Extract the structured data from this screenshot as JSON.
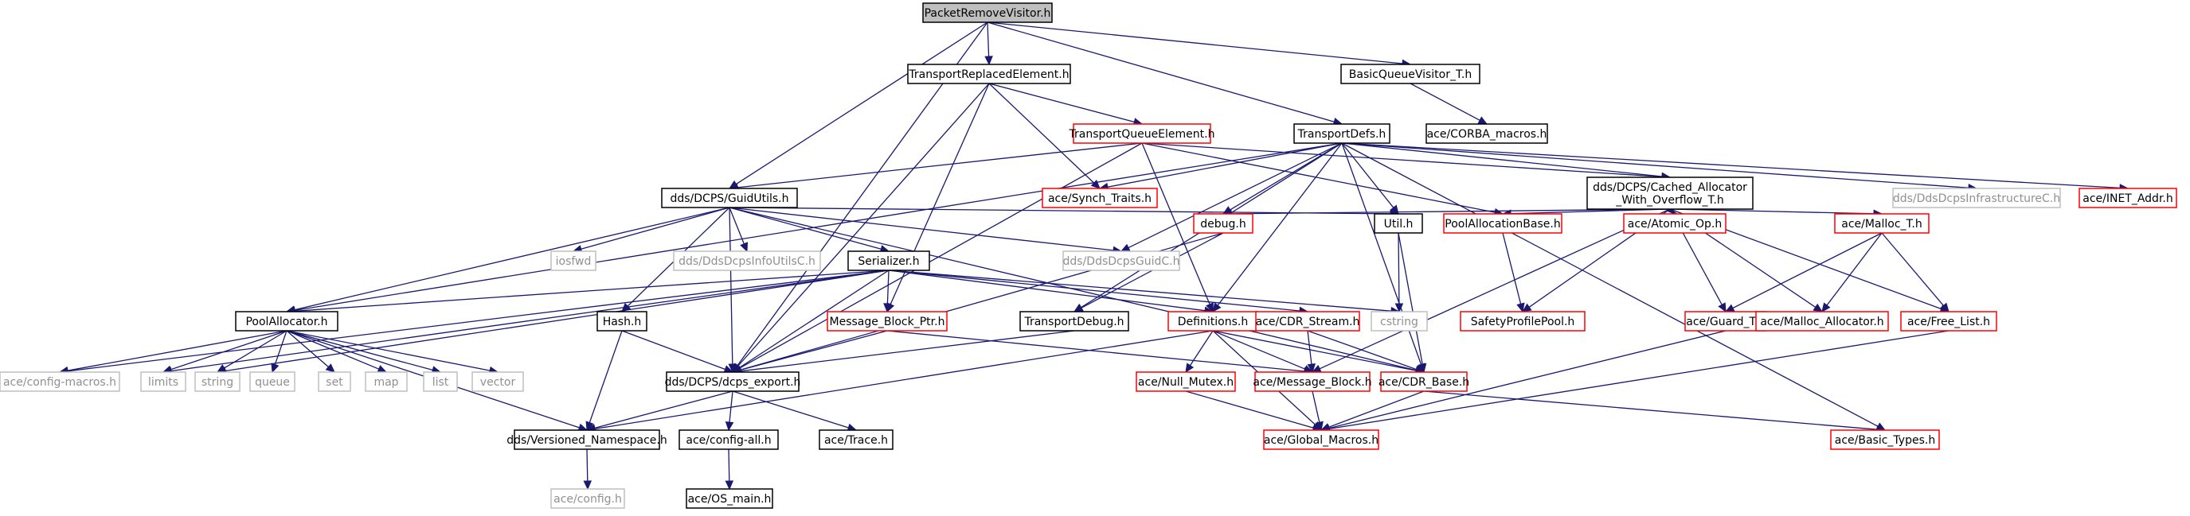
{
  "diagram": {
    "colors": {
      "edge": "#191970",
      "focus_fill": "#bfbfbf",
      "black_border": "#000000",
      "red_border": "#ff0000",
      "grey_border": "#bfbfbf",
      "text": "#000000",
      "grey_text": "#909090"
    },
    "nodes": [
      {
        "id": "n0",
        "label": "PacketRemoveVisitor.h",
        "style": "focus"
      },
      {
        "id": "n1",
        "label": "TransportReplacedElement.h",
        "style": "black"
      },
      {
        "id": "n2",
        "label": "BasicQueueVisitor_T.h",
        "style": "black"
      },
      {
        "id": "n3",
        "label": "TransportQueueElement.h",
        "style": "red"
      },
      {
        "id": "n4",
        "label": "TransportDefs.h",
        "style": "black"
      },
      {
        "id": "n5",
        "label": "ace/CORBA_macros.h",
        "style": "black"
      },
      {
        "id": "n6",
        "label": "dds/DCPS/GuidUtils.h",
        "style": "black"
      },
      {
        "id": "n7",
        "label": "ace/Synch_Traits.h",
        "style": "red"
      },
      {
        "id": "n8",
        "label": "dds/DCPS/Cached_Allocator\n_With_Overflow_T.h",
        "style": "black"
      },
      {
        "id": "n9",
        "label": "dds/DdsDcpsInfrastructureC.h",
        "style": "grey"
      },
      {
        "id": "n10",
        "label": "ace/INET_Addr.h",
        "style": "red"
      },
      {
        "id": "n11",
        "label": "iosfwd",
        "style": "grey"
      },
      {
        "id": "n12",
        "label": "dds/DdsDcpsInfoUtilsC.h",
        "style": "grey"
      },
      {
        "id": "n13",
        "label": "Serializer.h",
        "style": "black"
      },
      {
        "id": "n14",
        "label": "dds/DdsDcpsGuidC.h",
        "style": "grey"
      },
      {
        "id": "n15",
        "label": "debug.h",
        "style": "red"
      },
      {
        "id": "n16",
        "label": "Util.h",
        "style": "black"
      },
      {
        "id": "n17",
        "label": "PoolAllocationBase.h",
        "style": "red"
      },
      {
        "id": "n18",
        "label": "ace/Atomic_Op.h",
        "style": "red"
      },
      {
        "id": "n19",
        "label": "ace/Malloc_T.h",
        "style": "red"
      },
      {
        "id": "n20",
        "label": "Hash.h",
        "style": "black"
      },
      {
        "id": "n21",
        "label": "Message_Block_Ptr.h",
        "style": "red"
      },
      {
        "id": "n22",
        "label": "TransportDebug.h",
        "style": "black"
      },
      {
        "id": "n23",
        "label": "Definitions.h",
        "style": "red"
      },
      {
        "id": "n24",
        "label": "ace/CDR_Stream.h",
        "style": "red"
      },
      {
        "id": "n25",
        "label": "cstring",
        "style": "grey"
      },
      {
        "id": "n26",
        "label": "SafetyProfilePool.h",
        "style": "red"
      },
      {
        "id": "n27",
        "label": "ace/Guard_T.h",
        "style": "red"
      },
      {
        "id": "n28",
        "label": "ace/Malloc_Allocator.h",
        "style": "red"
      },
      {
        "id": "n29",
        "label": "ace/Free_List.h",
        "style": "red"
      },
      {
        "id": "n30",
        "label": "PoolAllocator.h",
        "style": "black"
      },
      {
        "id": "n31",
        "label": "ace/config-macros.h",
        "style": "grey"
      },
      {
        "id": "n32",
        "label": "limits",
        "style": "grey"
      },
      {
        "id": "n33",
        "label": "string",
        "style": "grey"
      },
      {
        "id": "n34",
        "label": "queue",
        "style": "grey"
      },
      {
        "id": "n35",
        "label": "set",
        "style": "grey"
      },
      {
        "id": "n36",
        "label": "map",
        "style": "grey"
      },
      {
        "id": "n37",
        "label": "list",
        "style": "grey"
      },
      {
        "id": "n38",
        "label": "vector",
        "style": "grey"
      },
      {
        "id": "n39",
        "label": "dds/DCPS/dcps_export.h",
        "style": "black"
      },
      {
        "id": "n40",
        "label": "ace/Null_Mutex.h",
        "style": "red"
      },
      {
        "id": "n41",
        "label": "ace/Message_Block.h",
        "style": "red"
      },
      {
        "id": "n42",
        "label": "ace/CDR_Base.h",
        "style": "red"
      },
      {
        "id": "n43",
        "label": "dds/Versioned_Namespace.h",
        "style": "black"
      },
      {
        "id": "n44",
        "label": "ace/config-all.h",
        "style": "black"
      },
      {
        "id": "n45",
        "label": "ace/Trace.h",
        "style": "black"
      },
      {
        "id": "n46",
        "label": "ace/Global_Macros.h",
        "style": "red"
      },
      {
        "id": "n47",
        "label": "ace/Basic_Types.h",
        "style": "red"
      },
      {
        "id": "n48",
        "label": "ace/config.h",
        "style": "grey"
      },
      {
        "id": "n49",
        "label": "ace/OS_main.h",
        "style": "black"
      }
    ],
    "edges": [
      [
        "n0",
        "n1"
      ],
      [
        "n0",
        "n2"
      ],
      [
        "n0",
        "n4"
      ],
      [
        "n0",
        "n6"
      ],
      [
        "n0",
        "n39"
      ],
      [
        "n1",
        "n3"
      ],
      [
        "n1",
        "n7"
      ],
      [
        "n1",
        "n21"
      ],
      [
        "n1",
        "n39"
      ],
      [
        "n2",
        "n5"
      ],
      [
        "n3",
        "n6"
      ],
      [
        "n3",
        "n8"
      ],
      [
        "n3",
        "n17"
      ],
      [
        "n3",
        "n23"
      ],
      [
        "n3",
        "n39"
      ],
      [
        "n4",
        "n7"
      ],
      [
        "n4",
        "n8"
      ],
      [
        "n4",
        "n9"
      ],
      [
        "n4",
        "n10"
      ],
      [
        "n4",
        "n14"
      ],
      [
        "n4",
        "n15"
      ],
      [
        "n4",
        "n16"
      ],
      [
        "n4",
        "n22"
      ],
      [
        "n4",
        "n23"
      ],
      [
        "n4",
        "n30"
      ],
      [
        "n4",
        "n42"
      ],
      [
        "n4",
        "n47"
      ],
      [
        "n6",
        "n11"
      ],
      [
        "n6",
        "n12"
      ],
      [
        "n6",
        "n13"
      ],
      [
        "n6",
        "n14"
      ],
      [
        "n6",
        "n16"
      ],
      [
        "n6",
        "n20"
      ],
      [
        "n6",
        "n30"
      ],
      [
        "n6",
        "n39"
      ],
      [
        "n6",
        "n42"
      ],
      [
        "n8",
        "n15"
      ],
      [
        "n8",
        "n17"
      ],
      [
        "n8",
        "n18"
      ],
      [
        "n8",
        "n19"
      ],
      [
        "n8",
        "n26"
      ],
      [
        "n8",
        "n27"
      ],
      [
        "n8",
        "n28"
      ],
      [
        "n8",
        "n29"
      ],
      [
        "n8",
        "n41"
      ],
      [
        "n13",
        "n21"
      ],
      [
        "n13",
        "n23"
      ],
      [
        "n13",
        "n24"
      ],
      [
        "n13",
        "n25"
      ],
      [
        "n13",
        "n30"
      ],
      [
        "n13",
        "n31"
      ],
      [
        "n13",
        "n32"
      ],
      [
        "n13",
        "n33"
      ],
      [
        "n13",
        "n39"
      ],
      [
        "n15",
        "n22"
      ],
      [
        "n15",
        "n39"
      ],
      [
        "n16",
        "n25"
      ],
      [
        "n16",
        "n42"
      ],
      [
        "n17",
        "n26"
      ],
      [
        "n19",
        "n27"
      ],
      [
        "n19",
        "n28"
      ],
      [
        "n19",
        "n29"
      ],
      [
        "n20",
        "n39"
      ],
      [
        "n20",
        "n43"
      ],
      [
        "n21",
        "n39"
      ],
      [
        "n21",
        "n41"
      ],
      [
        "n22",
        "n39"
      ],
      [
        "n23",
        "n40"
      ],
      [
        "n23",
        "n41"
      ],
      [
        "n23",
        "n42"
      ],
      [
        "n23",
        "n43"
      ],
      [
        "n23",
        "n46"
      ],
      [
        "n24",
        "n41"
      ],
      [
        "n24",
        "n42"
      ],
      [
        "n27",
        "n46"
      ],
      [
        "n29",
        "n46"
      ],
      [
        "n30",
        "n31"
      ],
      [
        "n30",
        "n32"
      ],
      [
        "n30",
        "n33"
      ],
      [
        "n30",
        "n34"
      ],
      [
        "n30",
        "n35"
      ],
      [
        "n30",
        "n36"
      ],
      [
        "n30",
        "n37"
      ],
      [
        "n30",
        "n38"
      ],
      [
        "n30",
        "n43"
      ],
      [
        "n39",
        "n43"
      ],
      [
        "n39",
        "n44"
      ],
      [
        "n39",
        "n45"
      ],
      [
        "n40",
        "n46"
      ],
      [
        "n41",
        "n46"
      ],
      [
        "n42",
        "n46"
      ],
      [
        "n42",
        "n47"
      ],
      [
        "n43",
        "n48"
      ],
      [
        "n44",
        "n49"
      ]
    ]
  }
}
